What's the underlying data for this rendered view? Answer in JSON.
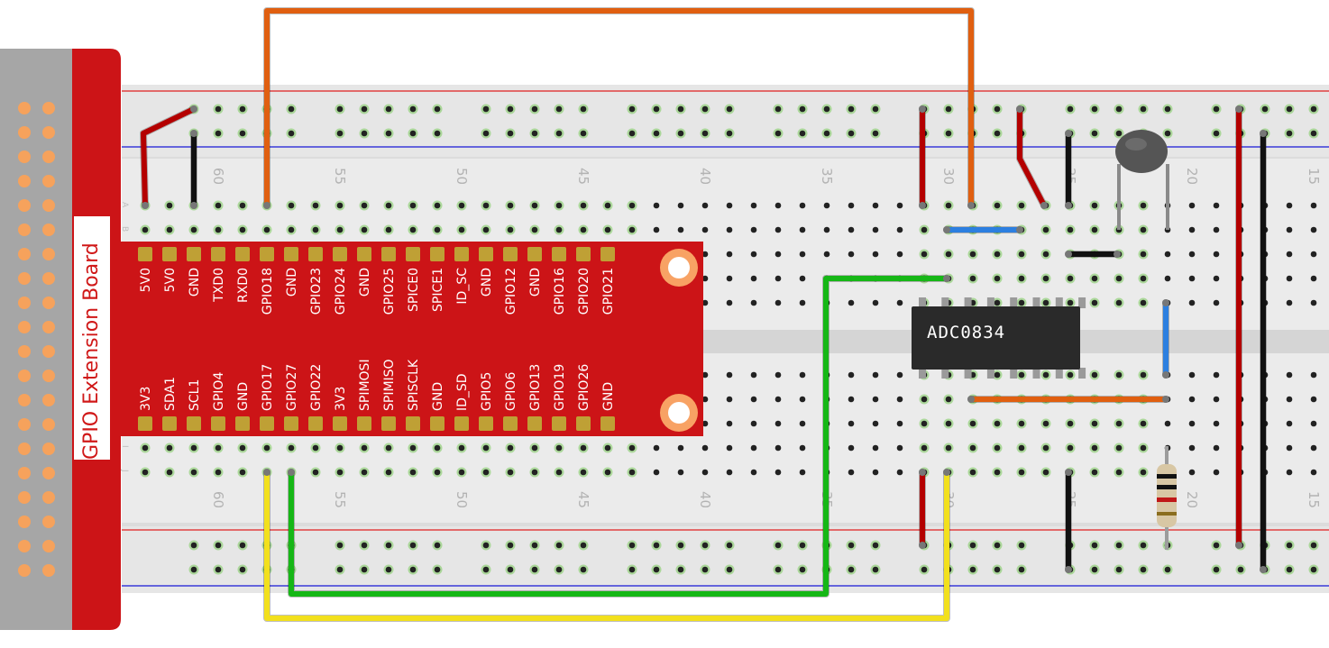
{
  "diagram": {
    "board_title": "GPIO Extension Board",
    "top_pins": [
      "5V0",
      "5V0",
      "GND",
      "TXD0",
      "RXD0",
      "GPIO18",
      "GND",
      "GPIO23",
      "GPIO24",
      "GND",
      "GPIO25",
      "SPICE0",
      "SPICE1",
      "ID_SC",
      "GND",
      "GPIO12",
      "GND",
      "GPIO16",
      "GPIO20",
      "GPIO21"
    ],
    "bottom_pins": [
      "3V3",
      "SDA1",
      "SCL1",
      "GPIO4",
      "GND",
      "GPIO17",
      "GPIO27",
      "GPIO22",
      "3V3",
      "SPIMOSI",
      "SPIMISO",
      "SPISCLK",
      "GND",
      "ID_SD",
      "GPIO5",
      "GPIO6",
      "GPIO13",
      "GPIO19",
      "GPIO26",
      "GND"
    ],
    "column_numbers": [
      "60",
      "55",
      "50",
      "45",
      "40",
      "35",
      "30",
      "25",
      "20",
      "15"
    ],
    "row_letters_top": [
      "A",
      "B"
    ],
    "row_letters_bottom": [
      "I",
      "J"
    ],
    "chip_label": "ADC0834",
    "colors": {
      "board_red": "#cc1417",
      "header_gray": "#a6a6a6",
      "header_pin": "#f6a25c",
      "breadboard": "#e3e3e3",
      "wire_red": "#b40000",
      "wire_black": "#111111",
      "wire_orange": "#e05f10",
      "wire_green": "#16b716",
      "wire_yellow": "#f2e01d",
      "wire_blue": "#2c7fe0",
      "pin_gold": "#bfa035",
      "hole_green": "#78c85a"
    }
  }
}
